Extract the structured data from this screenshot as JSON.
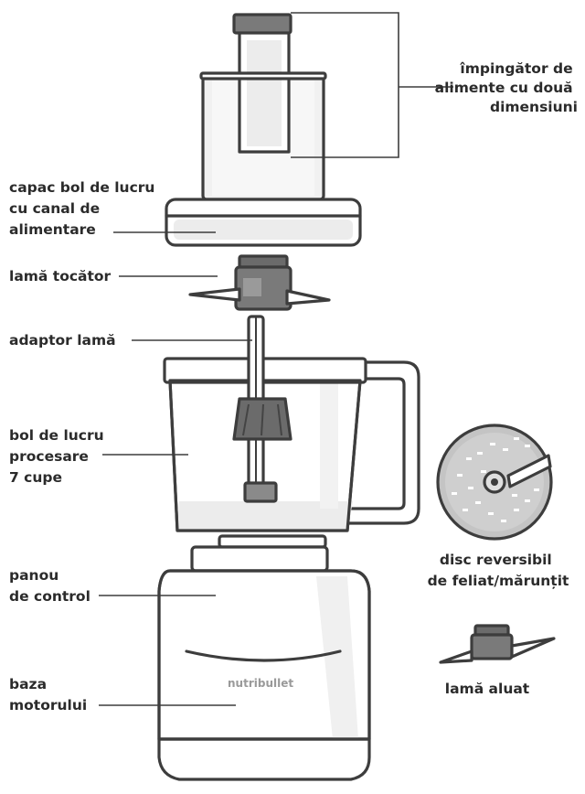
{
  "brand": "nutribullet",
  "labels": {
    "pusher": [
      "împingător de",
      "alimente cu două",
      "dimensiuni"
    ],
    "lid": [
      "capac bol de lucru",
      "cu canal de",
      "alimentare"
    ],
    "chopping_blade": [
      "lamă tocător"
    ],
    "blade_adapter": [
      "adaptor lamă"
    ],
    "bowl": [
      "bol de lucru",
      "procesare",
      "7 cupe"
    ],
    "disc": [
      "disc reversibil",
      "de feliat/mărunțit"
    ],
    "control_panel": [
      "panou",
      "de control"
    ],
    "motor_base": [
      "baza",
      "motorului"
    ],
    "dough_blade": [
      "lamă aluat"
    ]
  },
  "colors": {
    "outline": "#3d3d3d",
    "body_fill": "#ffffff",
    "shade": "#eeeeee",
    "dark_part": "#6b6b6b",
    "disc_fill": "#c4c4c4"
  }
}
